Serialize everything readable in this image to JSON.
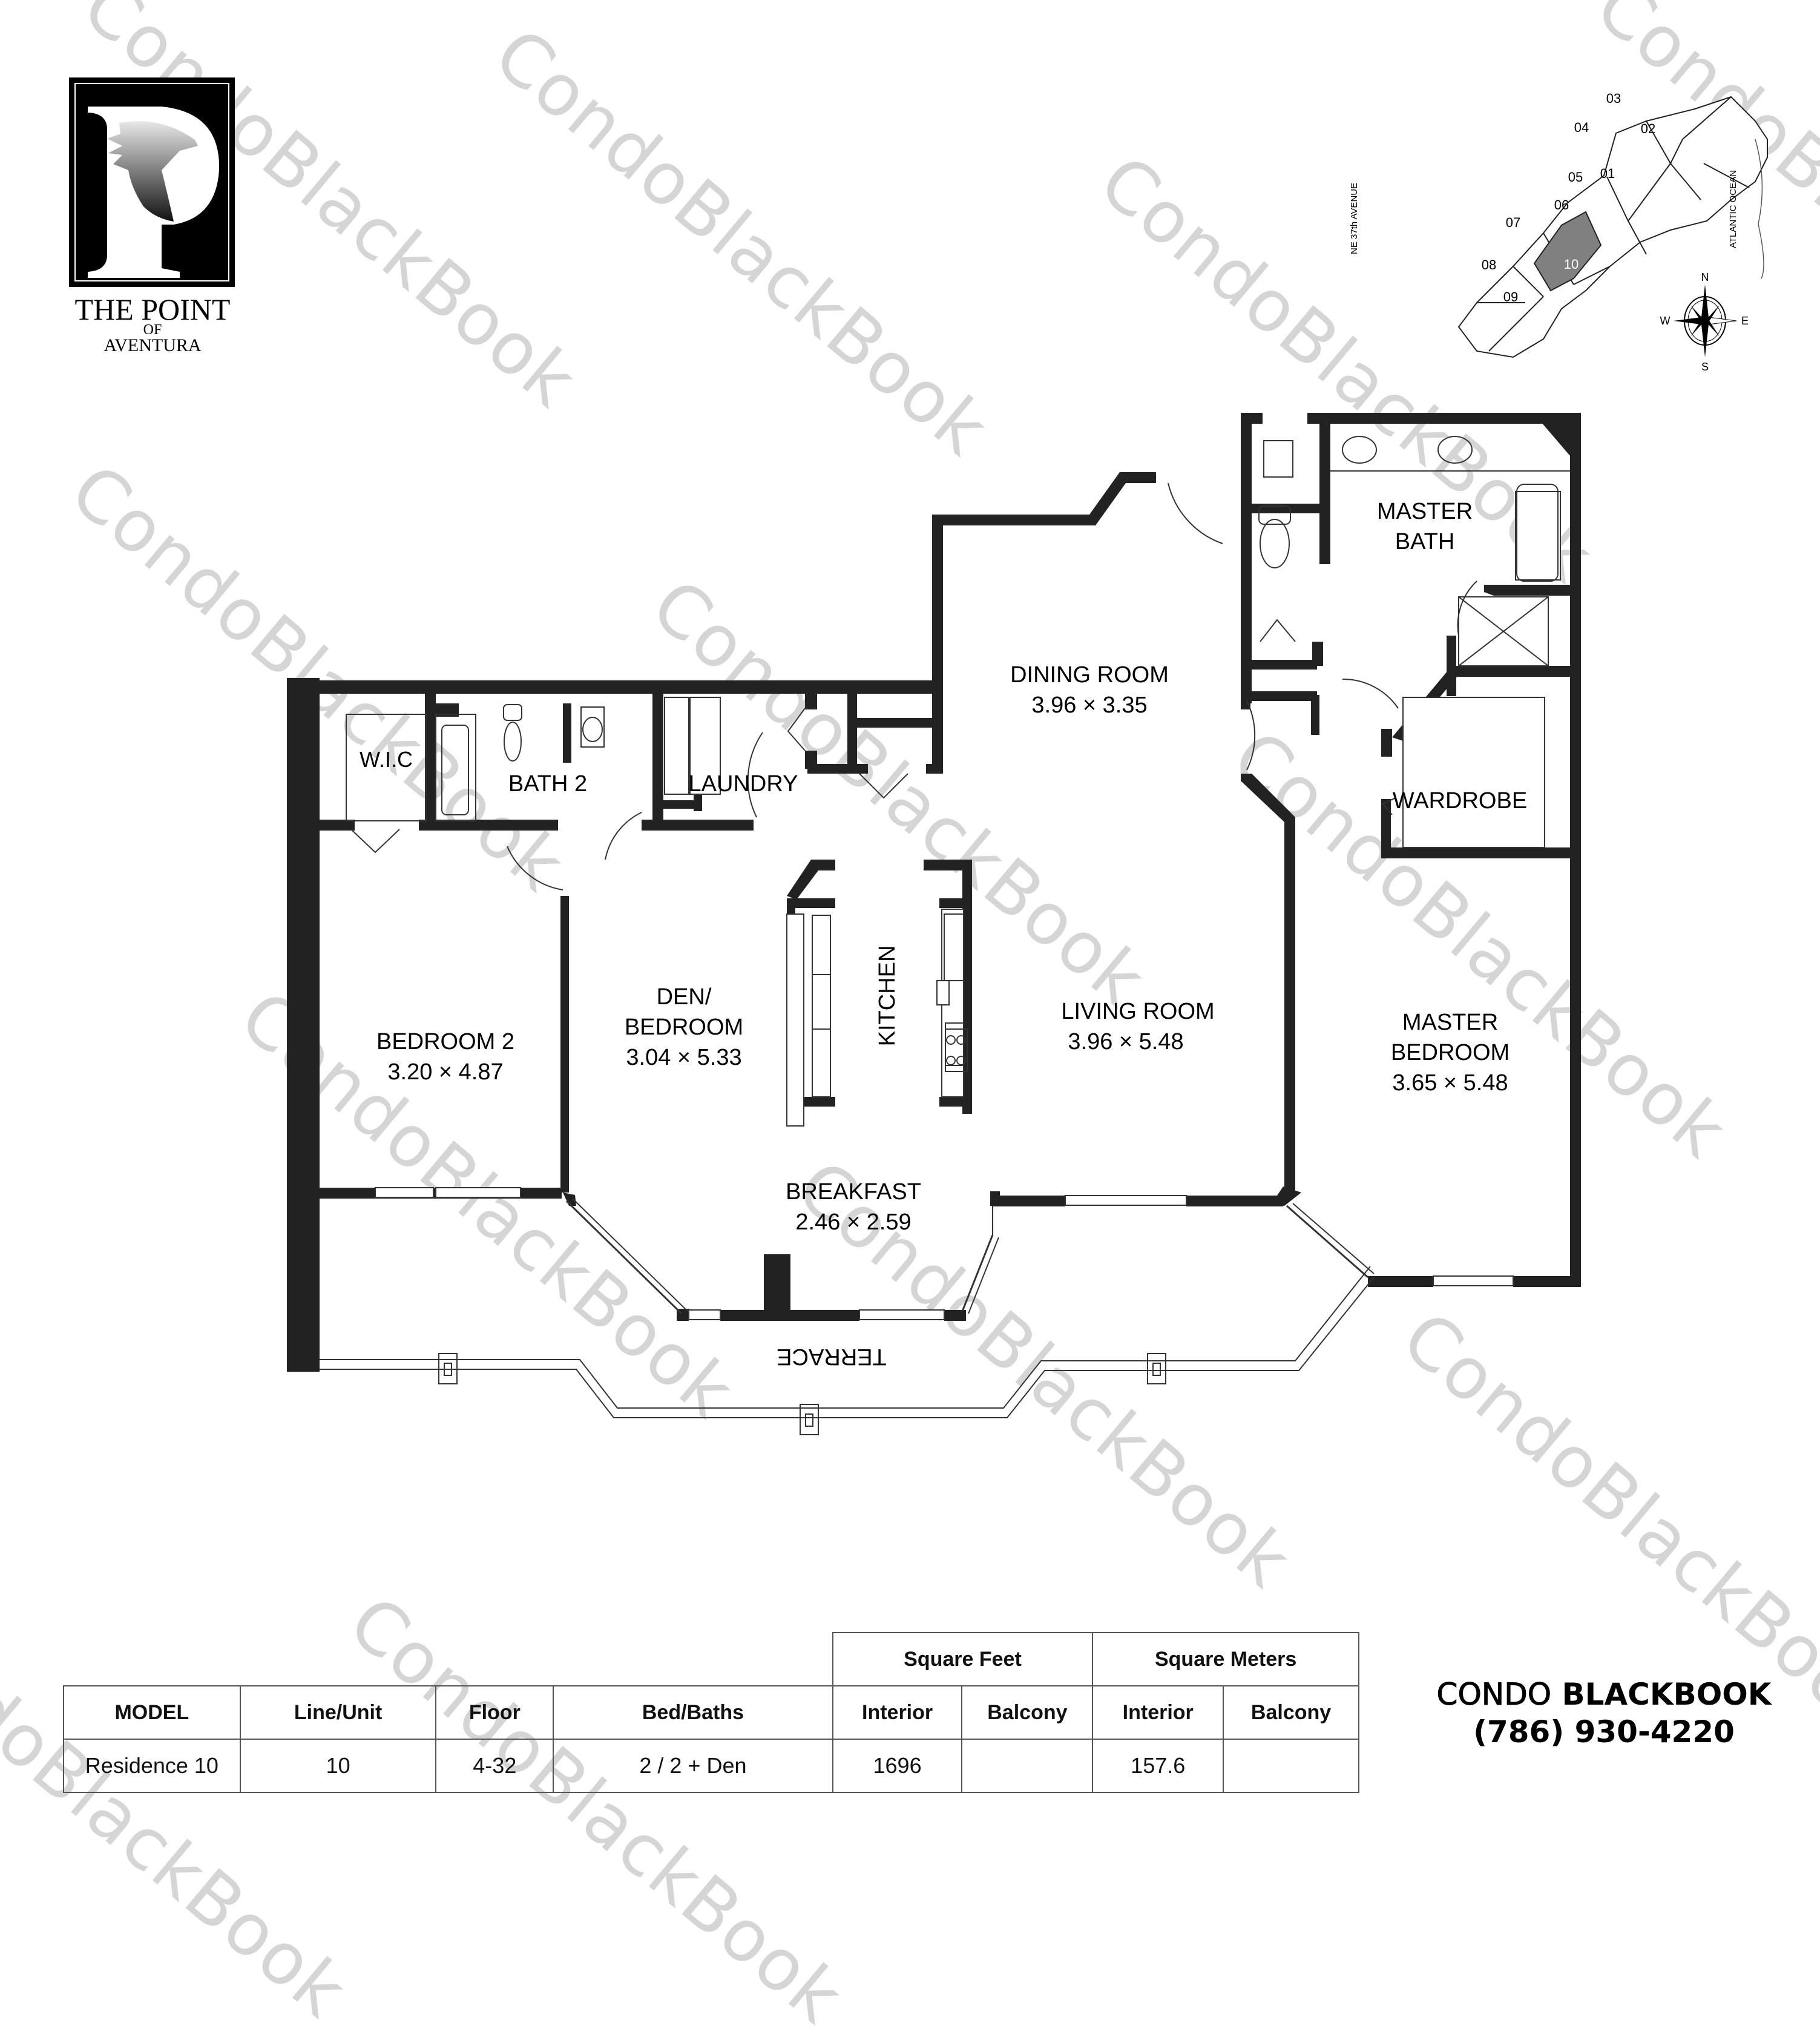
{
  "logo": {
    "title": "THE POINT",
    "of": "OF",
    "subtitle": "AVENTURA",
    "monogram": "P"
  },
  "watermark": "CondoBlackBook",
  "keyplan": {
    "street_label": "NE 37th AVENUE",
    "ocean_label": "ATLANTIC OCEAN",
    "units": [
      "01",
      "02",
      "03",
      "04",
      "05",
      "06",
      "07",
      "08",
      "09",
      "10"
    ],
    "highlighted_unit": "10",
    "highlight_color": "#808080",
    "compass": {
      "n": "N",
      "s": "S",
      "e": "E",
      "w": "W"
    }
  },
  "rooms": [
    {
      "id": "wic",
      "name": "W.I.C",
      "dims": ""
    },
    {
      "id": "bath2",
      "name": "BATH 2",
      "dims": ""
    },
    {
      "id": "laundry",
      "name": "LAUNDRY",
      "dims": ""
    },
    {
      "id": "dining",
      "name": "DINING ROOM",
      "dims": "3.96 × 3.35"
    },
    {
      "id": "master_bath_1",
      "name": "MASTER",
      "dims": ""
    },
    {
      "id": "master_bath_2",
      "name": "BATH",
      "dims": ""
    },
    {
      "id": "wardrobe",
      "name": "WARDROBE",
      "dims": ""
    },
    {
      "id": "bedroom2",
      "name": "BEDROOM 2",
      "dims": "3.20 × 4.87"
    },
    {
      "id": "den_1",
      "name": "DEN/",
      "dims": ""
    },
    {
      "id": "den_2",
      "name": "BEDROOM",
      "dims": "3.04 × 5.33"
    },
    {
      "id": "kitchen",
      "name": "KITCHEN",
      "dims": ""
    },
    {
      "id": "living",
      "name": "LIVING ROOM",
      "dims": "3.96 × 5.48"
    },
    {
      "id": "master_bed_1",
      "name": "MASTER",
      "dims": ""
    },
    {
      "id": "master_bed_2",
      "name": "BEDROOM",
      "dims": "3.65 × 5.48"
    },
    {
      "id": "breakfast",
      "name": "BREAKFAST",
      "dims": "2.46 × 2.59"
    },
    {
      "id": "terrace",
      "name": "TERRACE",
      "dims": ""
    }
  ],
  "table": {
    "group_headers": {
      "sqft": "Square Feet",
      "sqm": "Square Meters"
    },
    "columns": [
      "MODEL",
      "Line/Unit",
      "Floor",
      "Bed/Baths",
      "Interior",
      "Balcony",
      "Interior",
      "Balcony"
    ],
    "row": {
      "model": "Residence 10",
      "line_unit": "10",
      "floor": "4-32",
      "bed_baths": "2 / 2 + Den",
      "sqft_interior": "1696",
      "sqft_balcony": "",
      "sqm_interior": "157.6",
      "sqm_balcony": ""
    }
  },
  "brand": {
    "name_light": "CONDO",
    "name_bold": "BLACKBOOK",
    "phone": "(786) 930-4220"
  },
  "colors": {
    "wall": "#222222",
    "watermark": "#d5d5d5",
    "line": "#555555"
  }
}
